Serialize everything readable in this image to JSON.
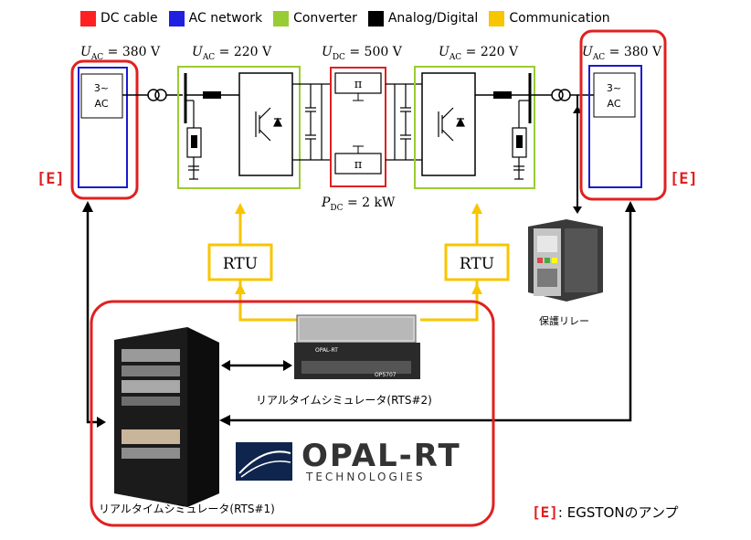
{
  "legend": [
    {
      "label": "DC cable",
      "color": "#ff2020"
    },
    {
      "label": "AC network",
      "color": "#2020e0"
    },
    {
      "label": "Converter",
      "color": "#99cc33"
    },
    {
      "label": "Analog/Digital",
      "color": "#000000"
    },
    {
      "label": "Communication",
      "color": "#f7c600"
    }
  ],
  "labels": {
    "uac_left": "= 380 V",
    "uac_mid_left": "= 220 V",
    "udc": "= 500 V",
    "uac_mid_right": "= 220 V",
    "uac_right": "= 380 V",
    "pdc": "= 2 kW",
    "sym_u": "U",
    "sym_p": "P",
    "sub_ac": "AC",
    "sub_dc": "DC"
  },
  "ac_source": {
    "line1": "3~",
    "line2": "AC"
  },
  "pi_symbol": "π",
  "rtu_label": "RTU",
  "e_tag": "[E]",
  "protection_relay_label": "保護リレー",
  "rts2_label": "リアルタイムシミュレータ(RTS#2)",
  "rts1_label": "リアルタイムシミュレータ(RTS#1)",
  "opal_logo": {
    "line1": "OPAL-RT",
    "line2": "TECHNOLOGIES"
  },
  "device_marks": {
    "opal_small": "OPAL-RT",
    "op5707": "OP5707"
  },
  "footnote": {
    "tag": "[E]",
    "text": ": EGSTONのアンプ"
  }
}
